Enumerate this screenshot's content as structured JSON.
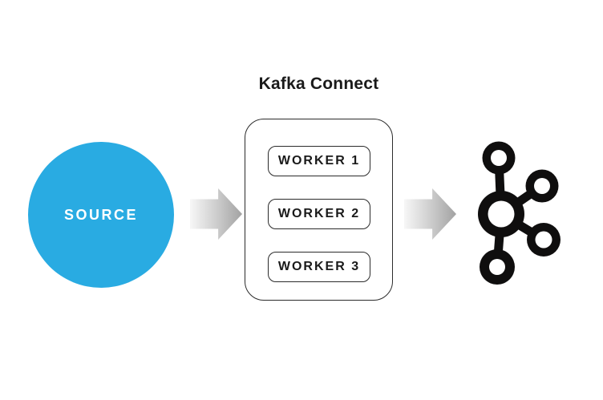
{
  "diagram": {
    "title": "Kafka Connect",
    "source": {
      "label": "SOURCE"
    },
    "connect_box": {
      "workers": [
        {
          "label": "WORKER 1"
        },
        {
          "label": "WORKER 2"
        },
        {
          "label": "WORKER 3"
        }
      ]
    },
    "icons": {
      "flow_arrow": "arrow-right-icon",
      "sink": "kafka-logo-icon"
    },
    "colors": {
      "source_blue": "#29abe2",
      "outline_dark": "#2b2b2b",
      "logo_black": "#0f0e0e",
      "arrow_gradient_start": "#f7f7f7",
      "arrow_gradient_end": "#a2a2a2",
      "background": "#ffffff",
      "source_text": "#ffffff"
    }
  }
}
